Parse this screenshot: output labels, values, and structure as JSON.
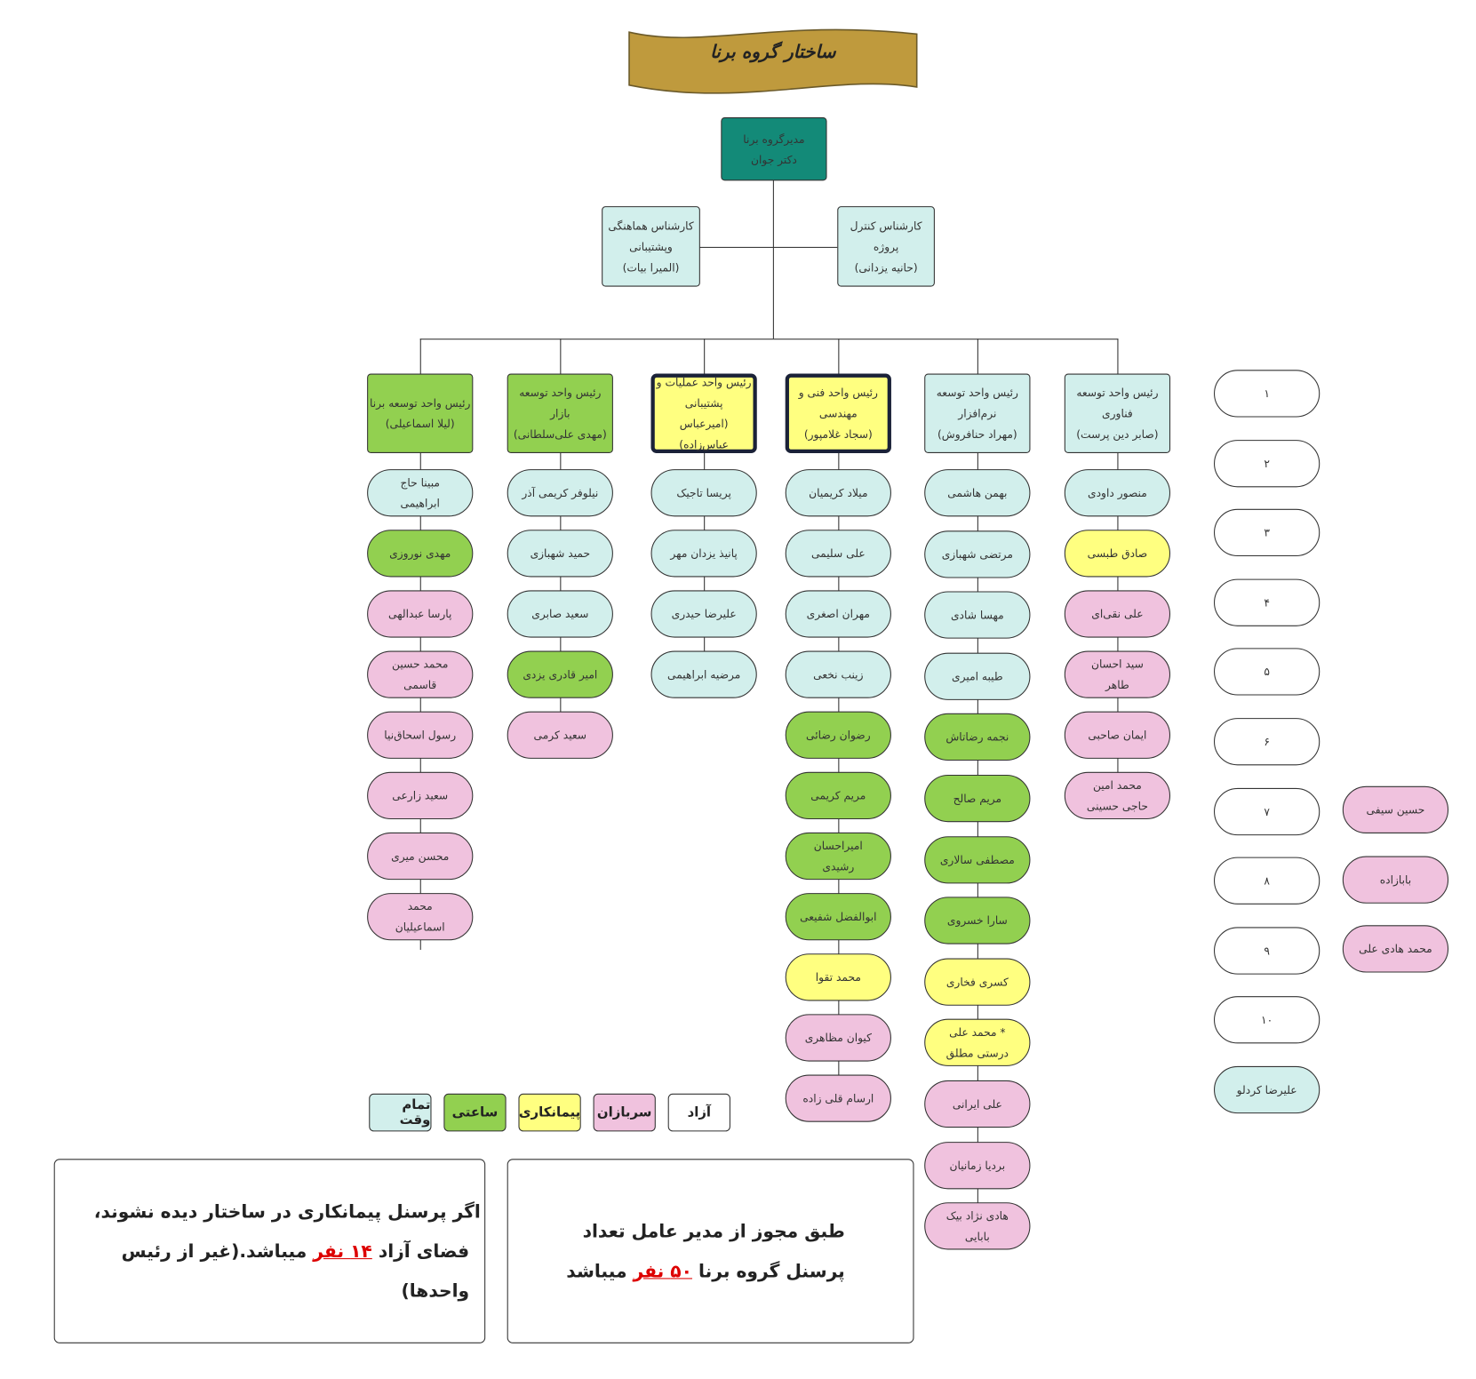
{
  "title": "ساختار گروه برنا",
  "colors": {
    "full": "#d2efec",
    "hourly": "#92d050",
    "contract": "#ffff80",
    "soldier": "#f0c2de",
    "free": "#ffffff",
    "ceo": "#138a78",
    "banner": "#bf9a3d"
  },
  "ceo": {
    "line1": "مدیرگروه برنا",
    "line2": "دکتر جوان"
  },
  "advisors": [
    {
      "lines": [
        "کارشناس هماهنگی",
        "وپشتیبانی",
        "(المیرا بیات)"
      ]
    },
    {
      "lines": [
        "کارشناس کنترل",
        "پروژه",
        "(حانیه یزدانی)"
      ]
    }
  ],
  "columns": [
    {
      "head": [
        "رئیس واحد توسعه برنا",
        "(لیلا اسماعیلی)"
      ],
      "type": "hourly",
      "bold": false,
      "members": [
        {
          "name": "مبینا حاج ابراهیمی",
          "type": "full"
        },
        {
          "name": "مهدی نوروزی",
          "type": "hourly"
        },
        {
          "name": "پارسا عبدالهی",
          "type": "soldier"
        },
        {
          "name": "محمد حسین قاسمی",
          "type": "soldier"
        },
        {
          "name": "رسول اسحاق‌نیا",
          "type": "soldier"
        },
        {
          "name": "سعید زارعی",
          "type": "soldier"
        },
        {
          "name": "محسن میری",
          "type": "soldier"
        },
        {
          "name": "محمد اسماعیلیان",
          "type": "soldier"
        }
      ]
    },
    {
      "head": [
        "رئیس واحد توسعه",
        "بازار",
        "(مهدی علی‌سلطانی)"
      ],
      "type": "hourly",
      "bold": false,
      "members": [
        {
          "name": "نیلوفر کریمی آذر",
          "type": "full"
        },
        {
          "name": "حمید شهبازی",
          "type": "full"
        },
        {
          "name": "سعید صابری",
          "type": "full"
        },
        {
          "name": "امیر قادری یزدی",
          "type": "hourly"
        },
        {
          "name": "سعید کرمی",
          "type": "soldier"
        }
      ]
    },
    {
      "head": [
        "رئیس واحد عملیات و",
        "پشتیبانی",
        "(امیرعباس عباس‌زاده)"
      ],
      "type": "contract",
      "bold": true,
      "members": [
        {
          "name": "پریسا تاجیک",
          "type": "full"
        },
        {
          "name": "پانیذ یزدان مهر",
          "type": "full"
        },
        {
          "name": "علیرضا حیدری",
          "type": "full"
        },
        {
          "name": "مرضیه ابراهیمی",
          "type": "full"
        }
      ]
    },
    {
      "head": [
        "رئیس واحد فنی و",
        "مهندسی",
        "(سجاد غلامپور)"
      ],
      "type": "contract",
      "bold": true,
      "members": [
        {
          "name": "میلاد کریمیان",
          "type": "full"
        },
        {
          "name": "علی سلیمی",
          "type": "full"
        },
        {
          "name": "مهران اصغری",
          "type": "full"
        },
        {
          "name": "زینب نخعی",
          "type": "full"
        },
        {
          "name": "رضوان رضائی",
          "type": "hourly"
        },
        {
          "name": "مریم کریمی",
          "type": "hourly"
        },
        {
          "name": "امیراحسان رشیدی",
          "type": "hourly"
        },
        {
          "name": "ابوالفضل شفیعی",
          "type": "hourly"
        },
        {
          "name": "محمد تقوا",
          "type": "contract"
        },
        {
          "name": "کیوان مظاهری",
          "type": "soldier"
        },
        {
          "name": "ارسام قلی زاده",
          "type": "soldier"
        }
      ]
    },
    {
      "head": [
        "رئیس واحد توسعه",
        "نرم‌افزار",
        "(مهراد حنافروش)"
      ],
      "type": "full",
      "bold": false,
      "members": [
        {
          "name": "بهمن هاشمی",
          "type": "full"
        },
        {
          "name": "مرتضی شهبازی",
          "type": "full"
        },
        {
          "name": "مهسا شادی",
          "type": "full"
        },
        {
          "name": "طیبه امیری",
          "type": "full"
        },
        {
          "name": "نجمه رضاتاش",
          "type": "hourly"
        },
        {
          "name": "مریم صالح",
          "type": "hourly"
        },
        {
          "name": "مصطفی سالاری",
          "type": "hourly"
        },
        {
          "name": "سارا خسروی",
          "type": "hourly"
        },
        {
          "name": "کسری فخاری",
          "type": "contract"
        },
        {
          "name": "* محمد علی درستی مطلق",
          "type": "contract"
        },
        {
          "name": "علی ایرانی",
          "type": "soldier"
        },
        {
          "name": "بردیا زمانیان",
          "type": "soldier"
        },
        {
          "name": "هادی نژاد بیک بابایی",
          "type": "soldier"
        }
      ]
    },
    {
      "head": [
        "رئیس واحد توسعه",
        "فناوری",
        "(صابر دین پرست)"
      ],
      "type": "full",
      "bold": false,
      "members": [
        {
          "name": "منصور داودی",
          "type": "full"
        },
        {
          "name": "صادق طبسی",
          "type": "contract"
        },
        {
          "name": "علی نقی‌ای",
          "type": "soldier"
        },
        {
          "name": "سید احسان طاهر",
          "type": "soldier"
        },
        {
          "name": "ایمان صاحبی",
          "type": "soldier"
        },
        {
          "name": "محمد امین حاجی حسینی",
          "type": "soldier"
        }
      ]
    }
  ],
  "free_slots": [
    {
      "name": "۱",
      "type": "free"
    },
    {
      "name": "۲",
      "type": "free"
    },
    {
      "name": "۳",
      "type": "free"
    },
    {
      "name": "۴",
      "type": "free"
    },
    {
      "name": "۵",
      "type": "free"
    },
    {
      "name": "۶",
      "type": "free"
    },
    {
      "name": "۷",
      "type": "free"
    },
    {
      "name": "۸",
      "type": "free"
    },
    {
      "name": "۹",
      "type": "free"
    },
    {
      "name": "۱۰",
      "type": "free"
    },
    {
      "name": "علیرضا کردلو",
      "type": "full"
    }
  ],
  "extra": [
    {
      "name": "حسین سیفی",
      "type": "soldier"
    },
    {
      "name": "بابازاده",
      "type": "soldier"
    },
    {
      "name": "محمد هادی علی",
      "type": "soldier"
    }
  ],
  "legend": [
    {
      "label": "تمام وقت",
      "type": "full"
    },
    {
      "label": "ساعتی",
      "type": "hourly"
    },
    {
      "label": "پیمانکاری",
      "type": "contract"
    },
    {
      "label": "سربازان",
      "type": "soldier"
    },
    {
      "label": "آزاد",
      "type": "free"
    }
  ],
  "notes": {
    "right": {
      "line1": "طبق مجوز از مدیر عامل  تعداد",
      "line2_a": "پرسنل گروه برنا ",
      "line2_num": "۵۰ نفر",
      "line2_b": " میباشد"
    },
    "left": {
      "line1": "اگر پرسنل پیمانکاری در ساختار دیده نشوند،",
      "line2_a": "فضای آزاد ",
      "line2_num": "۱۴ نفر",
      "line2_b": " میباشد.(غیر از رئیس واحدها)"
    }
  }
}
